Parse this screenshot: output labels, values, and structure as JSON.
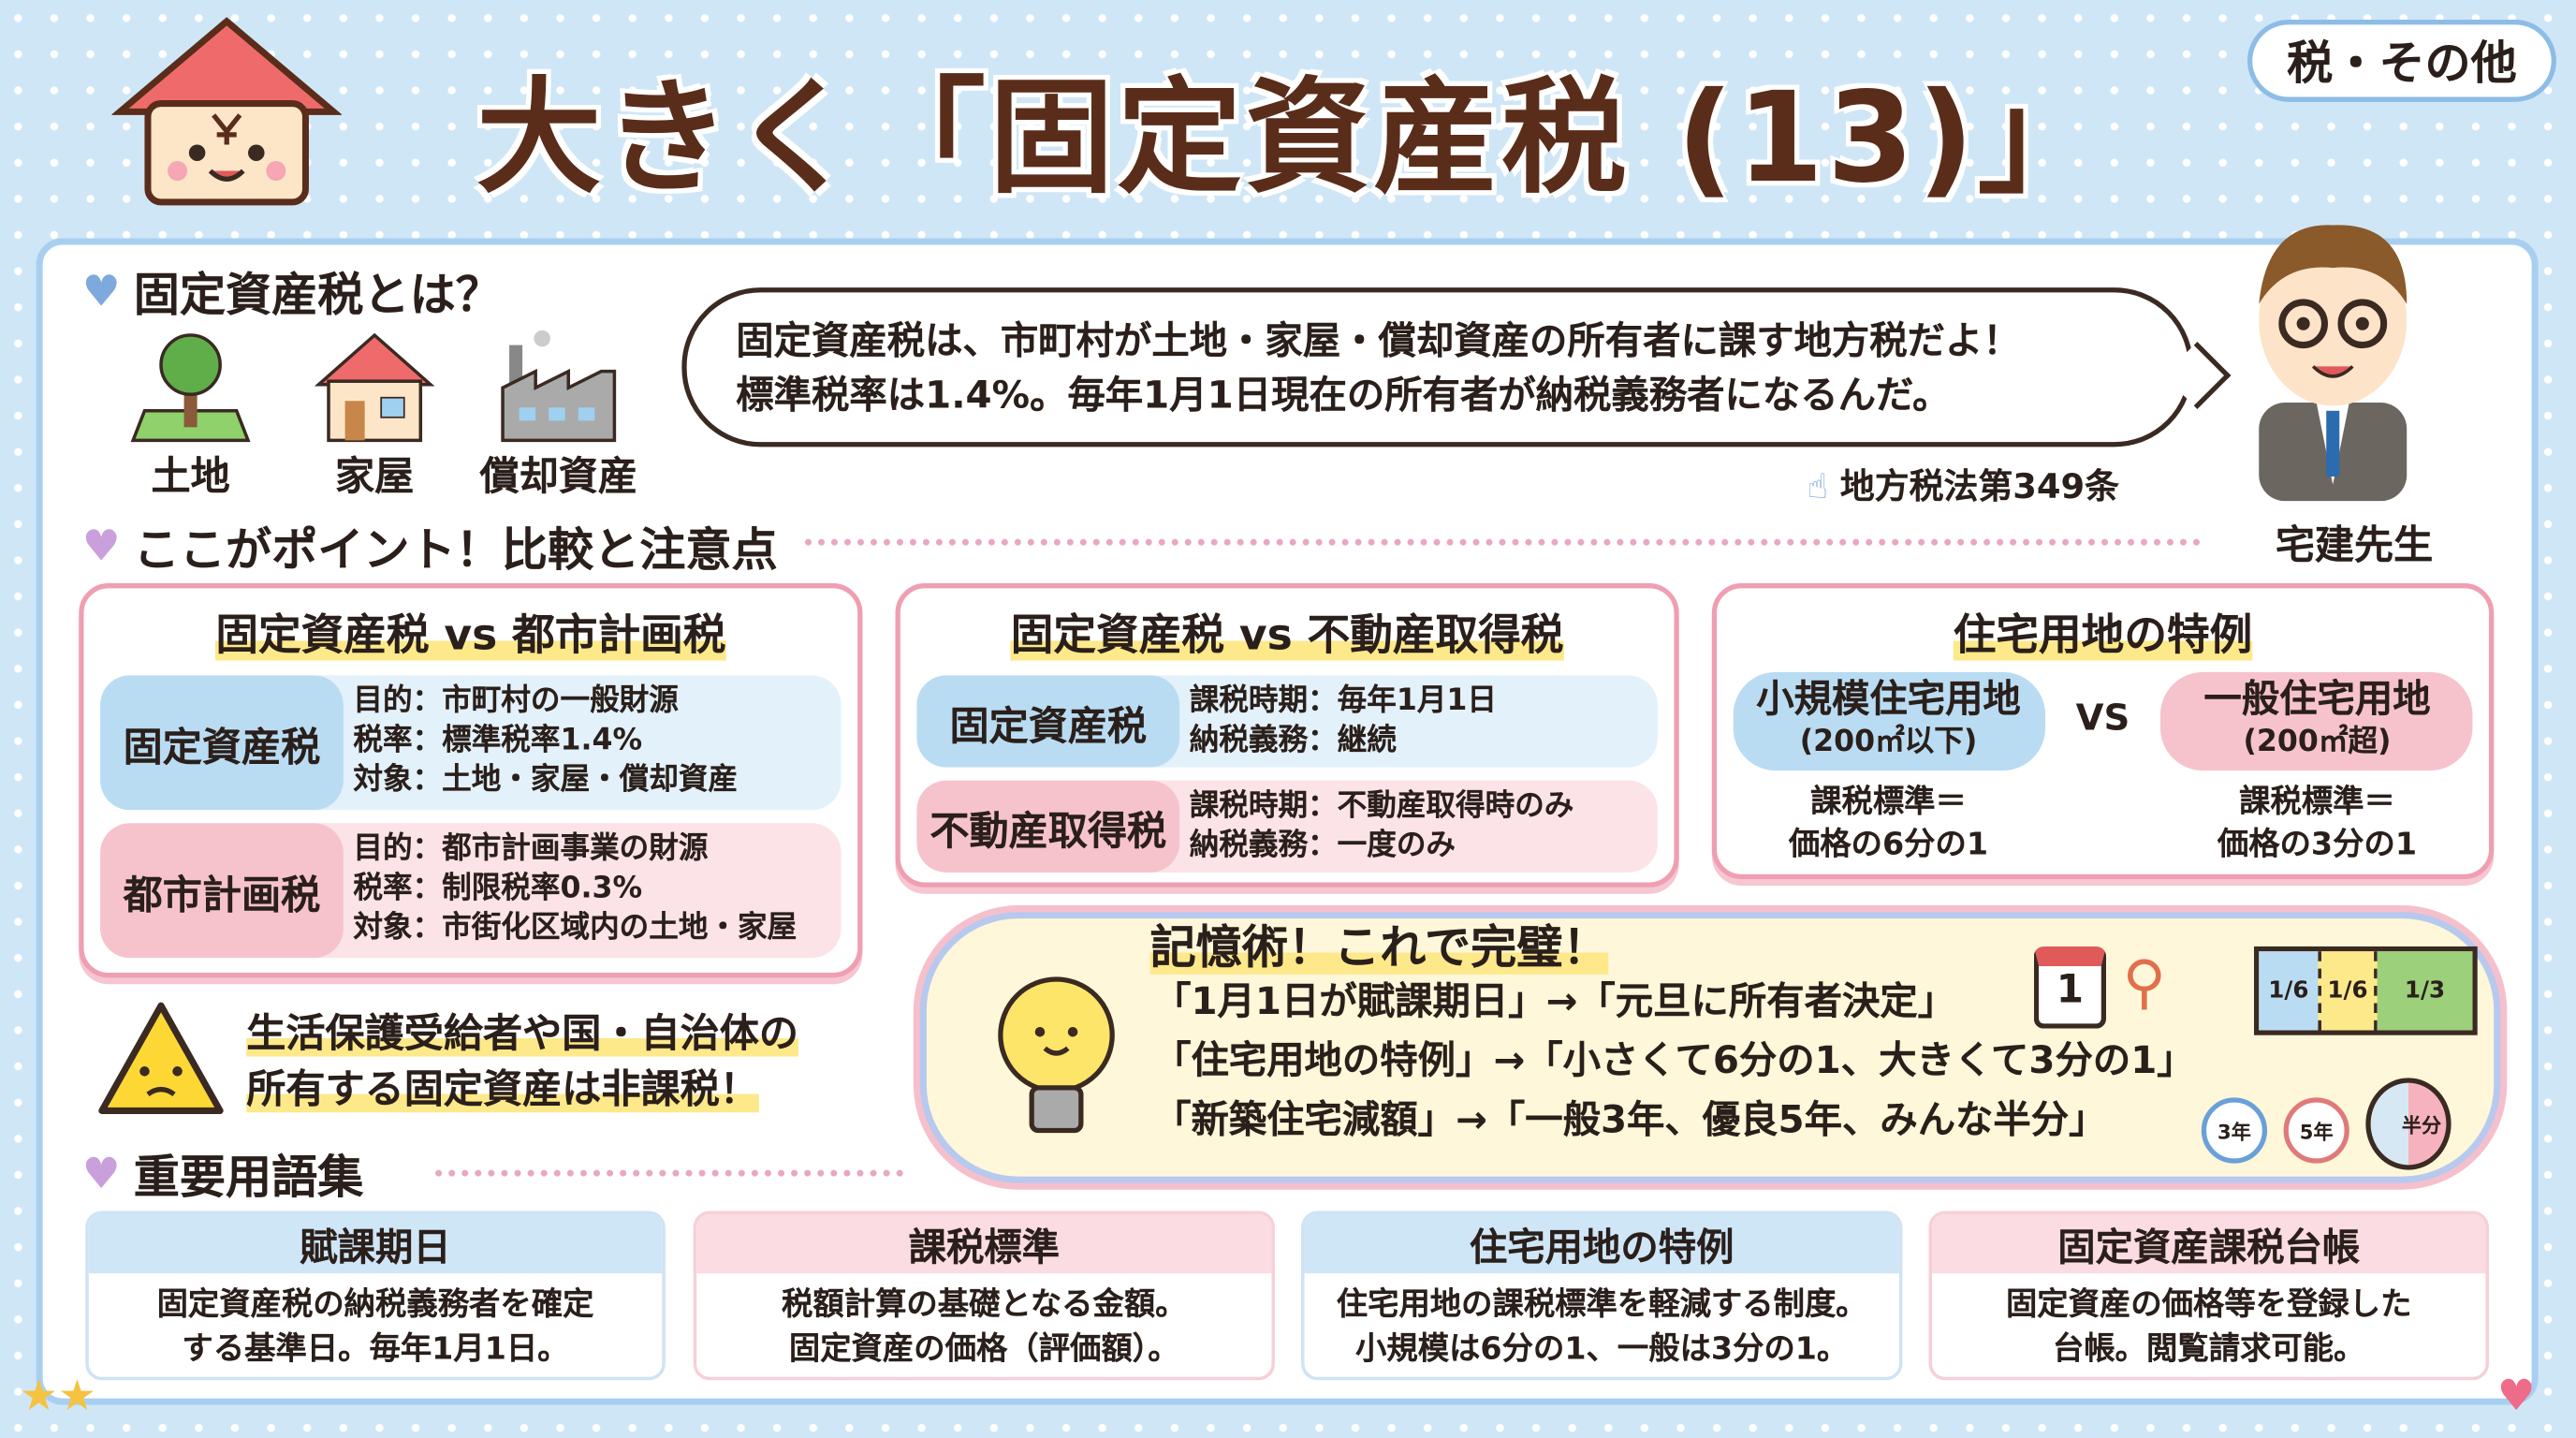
{
  "header": {
    "title": "大きく「固定資産税 (13)」",
    "category_badge": "税・その他"
  },
  "intro": {
    "heading": "固定資産税とは？",
    "icons": [
      {
        "icon": "tree-icon",
        "label": "土地"
      },
      {
        "icon": "house-icon",
        "label": "家屋"
      },
      {
        "icon": "factory-icon",
        "label": "償却資産"
      }
    ],
    "bubble_lines": [
      "固定資産税は、市町村が土地・家屋・償却資産の所有者に課す地方税だよ！",
      "標準税率は1.4%。毎年1月1日現在の所有者が納税義務者になるんだ。"
    ],
    "law_ref": "地方税法第349条",
    "teacher_label": "宅建先生"
  },
  "points": {
    "heading": "ここがポイント！比較と注意点",
    "card1": {
      "title": "固定資産税 vs 都市計画税",
      "rows": [
        {
          "label": "固定資産税",
          "lines": [
            "目的：市町村の一般財源",
            "税率：標準税率1.4%",
            "対象：土地・家屋・償却資産"
          ]
        },
        {
          "label": "都市計画税",
          "lines": [
            "目的：都市計画事業の財源",
            "税率：制限税率0.3%",
            "対象：市街化区域内の土地・家屋"
          ]
        }
      ]
    },
    "card2": {
      "title": "固定資産税 vs 不動産取得税",
      "rows": [
        {
          "label": "固定資産税",
          "lines": [
            "課税時期：毎年1月1日",
            "納税義務：継続"
          ]
        },
        {
          "label": "不動産取得税",
          "lines": [
            "課税時期：不動産取得時のみ",
            "納税義務：一度のみ"
          ]
        }
      ]
    },
    "card3": {
      "title": "住宅用地の特例",
      "vs": "VS",
      "small": {
        "name": "小規模住宅用地",
        "cond": "(200㎡以下)",
        "std1": "課税標準＝",
        "std2": "価格の6分の1"
      },
      "general": {
        "name": "一般住宅用地",
        "cond": "(200㎡超)",
        "std1": "課税標準＝",
        "std2": "価格の3分の1"
      }
    },
    "warning_lines": [
      "生活保護受給者や国・自治体の",
      "所有する固定資産は非課税！"
    ]
  },
  "memory": {
    "title": "記憶術！これで完璧！",
    "lines": [
      "「1月1日が賦課期日」→「元旦に所有者決定」",
      "「住宅用地の特例」→「小さくて6分の1、大きくて3分の1」",
      "「新築住宅減額」→「一般3年、優良5年、みんな半分」"
    ],
    "calendar_day": "1",
    "fractions": {
      "a": "1/6",
      "b": "1/6",
      "c": "1/3"
    },
    "clock1": "3年",
    "clock2": "5年",
    "half": "半分"
  },
  "glossary": {
    "heading": "重要用語集",
    "terms": [
      {
        "term": "賦課期日",
        "desc": [
          "固定資産税の納税義務者を確定",
          "する基準日。毎年1月1日。"
        ]
      },
      {
        "term": "課税標準",
        "desc": [
          "税額計算の基礎となる金額。",
          "固定資産の価格（評価額）。"
        ]
      },
      {
        "term": "住宅用地の特例",
        "desc": [
          "住宅用地の課税標準を軽減する制度。",
          "小規模は6分の1、一般は3分の1。"
        ]
      },
      {
        "term": "固定資産課税台帳",
        "desc": [
          "固定資産の価格等を登録した",
          "台帳。閲覧請求可能。"
        ]
      }
    ]
  },
  "colors": {
    "title": "#5a2d1a",
    "blue": "#b9dcf3",
    "pink": "#f6c3cc",
    "highlight": "#fde98a",
    "background": "#cfe6f7"
  }
}
